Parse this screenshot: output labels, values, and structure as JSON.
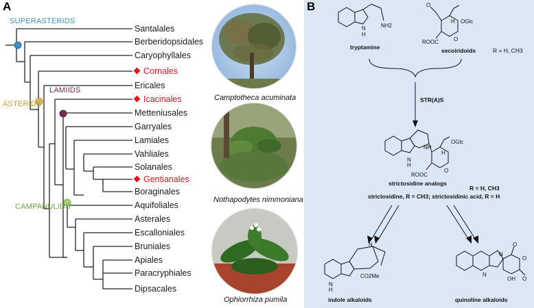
{
  "panel_a": {
    "letter": "A",
    "clades": {
      "superasterids": "SUPERASTERIDS",
      "asterids": "ASTERIDS",
      "lamiids": "LAMIIDS",
      "campanulids": "CAMPANULIDS"
    },
    "clade_colors": {
      "superasterids": "#3b8fc4",
      "asterids": "#c9a030",
      "lamiids": "#7b2a52",
      "campanulids": "#6aa33a"
    },
    "taxa": [
      "Santalales",
      "Berberidopsidales",
      "Caryophyllales",
      "Cornales",
      "Ericales",
      "Icacinales",
      "Metteniusales",
      "Garryales",
      "Lamiales",
      "Vahliales",
      "Solanales",
      "Gentianales",
      "Boraginales",
      "Aquifoliales",
      "Asterales",
      "Escalloniales",
      "Bruniales",
      "Apiales",
      "Paracryphiales",
      "Dipsacales"
    ],
    "highlighted": [
      "Cornales",
      "Icacinales",
      "Gentianales"
    ],
    "highlight_color": "#e0181e",
    "captions": [
      "Camptotheca acuminata",
      "Nothapodytes nimmoniana",
      "Ophiorrhiza pumila"
    ]
  },
  "panel_b": {
    "letter": "B",
    "background": "#dbe7f5",
    "tryptamine": {
      "label": "tryptamine",
      "nh2": "NH2",
      "nh": "N",
      "h": "H"
    },
    "secoiridoids": {
      "label": "secoiridoids",
      "aldehyde": "O",
      "oglc": "OGlc",
      "rooc": "ROOC",
      "o_ring": "O",
      "h": "H"
    },
    "r_note_1": "R = H, CH3",
    "enzyme": "STR(A)S",
    "strictosidine": {
      "nh": "N",
      "h": "H",
      "nh_label": "NH",
      "oglc": "OGlc",
      "rooc": "ROOC",
      "o_ring": "O",
      "h2": "H",
      "label": "strictosidine analogs",
      "r_note": "R = H, CH3",
      "detail": "strictosidine, R = CH3; strictosidinic acid, R = H"
    },
    "indole": {
      "label": "indole alkaloids",
      "nh": "N",
      "h": "H",
      "n": "N",
      "co2me": "CO2Me"
    },
    "quinoline": {
      "label": "quinoline alkaloids",
      "n1": "N",
      "n2": "N",
      "o1": "O",
      "o2": "O",
      "o3": "O",
      "oh": "OH"
    }
  }
}
